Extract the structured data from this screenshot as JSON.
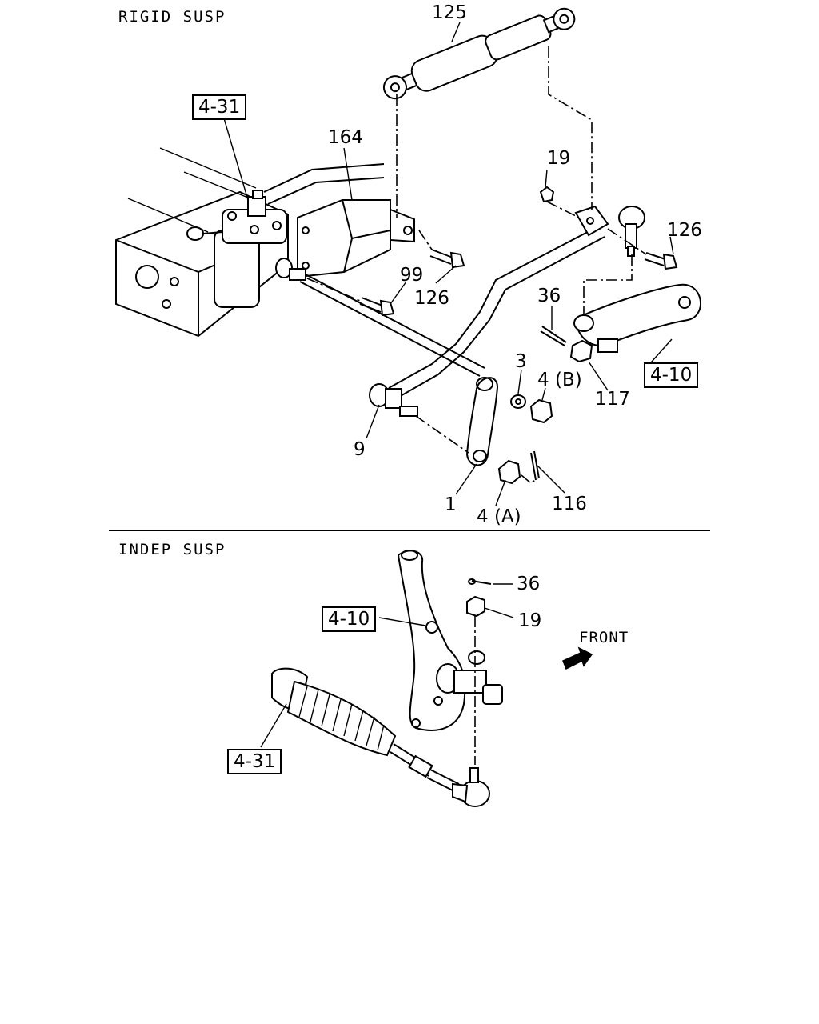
{
  "sections": {
    "rigid": {
      "title": "RIGID SUSP"
    },
    "indep": {
      "title": "INDEP SUSP"
    }
  },
  "callouts": {
    "rigid": {
      "c125": "125",
      "c164": "164",
      "c19": "19",
      "c126a": "126",
      "c126b": "126",
      "c99": "99",
      "c36": "36",
      "c3": "3",
      "c4b": "4 (B)",
      "c117": "117",
      "c9": "9",
      "c1": "1",
      "c116": "116",
      "c4a": "4 (A)"
    },
    "indep": {
      "c36": "36",
      "c19": "19"
    }
  },
  "refs": {
    "rigid_steering_gear": "4-31",
    "rigid_knuckle_arm": "4-10",
    "indep_knuckle": "4-10",
    "indep_rack": "4-31"
  },
  "front_indicator": {
    "label": "FRONT",
    "icon": "arrow-icon"
  },
  "colors": {
    "line": "#000000",
    "background": "#ffffff"
  }
}
